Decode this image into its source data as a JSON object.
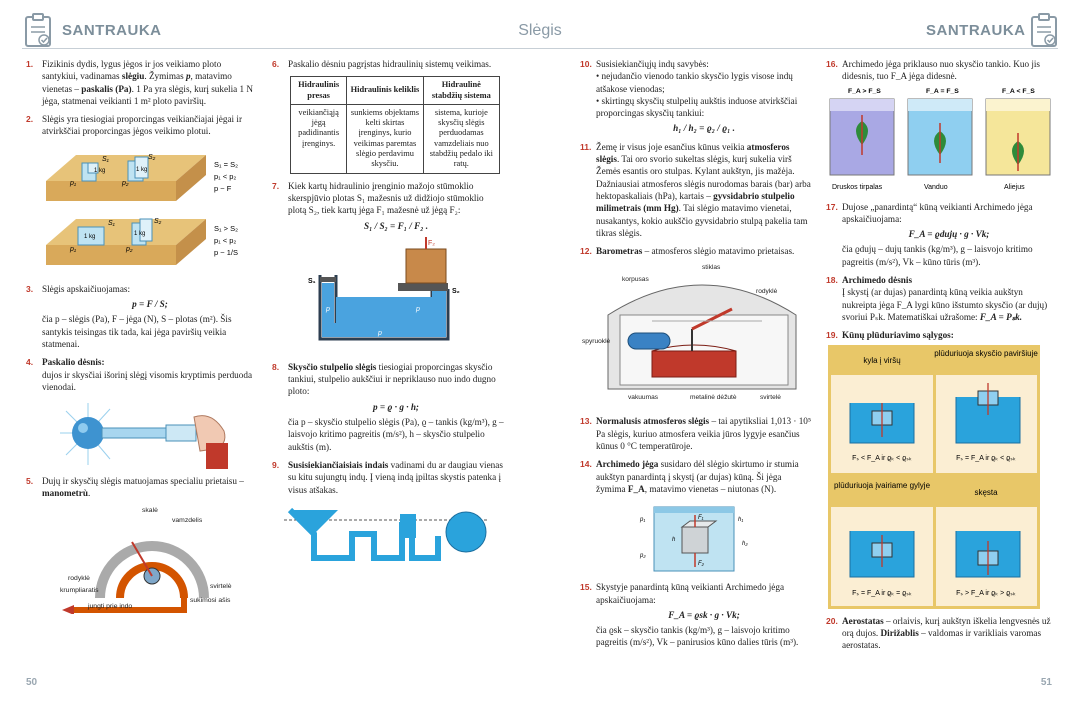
{
  "header": {
    "left": "SANTRAUKA",
    "center": "Slėgis",
    "right": "SANTRAUKA"
  },
  "page_left": "50",
  "page_right": "51",
  "c1": {
    "i1": {
      "n": "1.",
      "t1": "Fizikinis dydis, lygus jėgos ir jos veikiamo ploto santykiui, vadinamas ",
      "b1": "slėgiu",
      "t2": ". Žymimas ",
      "b2": "p",
      "t3": ", matavimo vienetas – ",
      "b3": "paskalis (Pa)",
      "t4": ". 1 Pa yra slėgis, kurį sukelia 1 N jėga, statmenai veikianti 1 m² ploto paviršių."
    },
    "i2": {
      "n": "2.",
      "t": "Slėgis yra tiesiogiai proporcingas veikiančiajai jėgai ir atvirkščiai proporcingas jėgos veikimo plotui.",
      "r1": [
        "S₁ = S₂",
        "p₁ < p₂",
        "p ~ F"
      ],
      "r2": [
        "S₁ > S₂",
        "p₁ < p₂",
        "p ~ 1/S"
      ],
      "kg": "1 kg",
      "p1": "p₁",
      "p2": "p₂",
      "s1": "S₁",
      "s2": "S₂"
    },
    "i3": {
      "n": "3.",
      "t": "Slėgis apskaičiuojamas:",
      "f": "p = F / S;",
      "d": "čia p – slėgis (Pa), F – jėga (N), S – plotas (m²). Šis santykis teisingas tik tada, kai jėga paviršių veikia statmenai."
    },
    "i4": {
      "n": "4.",
      "h": "Paskalio dėsnis:",
      "t": "dujos ir skysčiai išorinį slėgį visomis kryptimis perduoda vienodai."
    },
    "i5": {
      "n": "5.",
      "t": "Dujų ir skysčių slėgis matuojamas specialiu prietaisu – ",
      "b": "manometrù",
      "lbl": [
        "skalė",
        "vamzdelis",
        "rodyklė",
        "krumpliaratis",
        "svirtelė",
        "sukimosi ašis",
        "jungti prie indo"
      ]
    }
  },
  "c2": {
    "i6": {
      "n": "6.",
      "t": "Paskalio dėsniu pagrįstas hidraulinių sistemų veikimas.",
      "head": [
        "Hidraulinis presas",
        "Hidraulinis keliklis",
        "Hidraulinė stabdžių sistema"
      ],
      "row": [
        "veikiančiąją jėgą padidinantis įrenginys.",
        "sunkiems objektams kelti skirtas įrenginys, kurio veikimas paremtas slėgio perdavimu skysčiu.",
        "sistema, kurioje skysčių slėgis perduodamas vamzdeliais nuo stabdžių pedalo iki ratų."
      ]
    },
    "i7": {
      "n": "7.",
      "t": "Kiek kartų hidraulinio įrenginio mažojo stūmoklio skerspjūvio plotas S₁ mažesnis už didžiojo stūmoklio plotą S₂, tiek kartų jėga F₁ mažesnė už jėgą F₂:",
      "f": "S₁ / S₂ = F₁ / F₂ .",
      "lbl": [
        "F₂",
        "S₁",
        "S₂",
        "p",
        "p",
        "p"
      ]
    },
    "i8": {
      "n": "8.",
      "h": "Skysčio stulpelio slėgis",
      "t": " tiesiogiai proporcingas skysčio tankiui, stulpelio aukščiui ir nepriklauso nuo indo dugno ploto:",
      "f": "p = ϱ · g · h;",
      "d": "čia p – skysčio stulpelio slėgis (Pa), ϱ – tankis (kg/m³), g – laisvojo kritimo pagreitis (m/s²), h – skysčio stulpelio aukštis (m)."
    },
    "i9": {
      "n": "9.",
      "h": "Susisiekiančiaisiais indais",
      "t": " vadinami du ar daugiau vienas su kitu sujungtų indų. Į vieną indą įpiltas skystis patenka į visus atšakas."
    }
  },
  "c3": {
    "i10": {
      "n": "10.",
      "t": "Susisiekiančiųjų indų savybės:",
      "l1": "• nejudančio vienodo tankio skysčio lygis visose indų atšakose vienodas;",
      "l2": "• skirtingų skysčių stulpelių aukštis induose atvirkščiai proporcingas skysčių tankiui:",
      "f": "h₁ / h₂ = ϱ₂ / ϱ₁ ."
    },
    "i11": {
      "n": "11.",
      "t1": "Žemę ir visus joje esančius kūnus veikia ",
      "b1": "atmosferos slėgis",
      "t2": ". Tai oro svorio sukeltas slėgis, kurį sukelia virš Žemės esantis oro stulpas. Kylant aukštyn, jis mažėja. Dažniausiai atmosferos slėgis nurodomas barais (bar) arba hektopaskaliais (hPa), kartais – ",
      "b2": "gyvsidabrio stulpelio milimetrais (mm Hg)",
      "t3": ". Tai slėgio matavimo vienetai, nusakantys, kokio aukščio gyvsidabrio stulpą pakelia tam tikras slėgis."
    },
    "i12": {
      "n": "12.",
      "b": "Barometras",
      "t": " – atmosferos slėgio matavimo prietaisas.",
      "lbl": [
        "stiklas",
        "korpusas",
        "rodyklė",
        "spyruoklė",
        "vakuumas",
        "metalinė dėžutė",
        "svirtelė"
      ]
    },
    "i13": {
      "n": "13.",
      "b": "Normalusis atmosferos slėgis",
      "t": " – tai apytiksliai 1,013 · 10⁵ Pa slėgis, kuriuo atmosfera veikia jūros lygyje esančius kūnus 0 °C temperatūroje."
    },
    "i14": {
      "n": "14.",
      "b": "Archimedo jėga",
      "t": " susidaro dėl slėgio skirtumo ir stumia aukštyn panardintą į skystį (ar dujas) kūną. Ši jėga žymima ",
      "b2": "F_A",
      "t2": ", matavimo vienetas – niutonas (N).",
      "lbl": [
        "p₁",
        "p₂",
        "F₁",
        "F₂",
        "h₁",
        "h₂",
        "h"
      ]
    },
    "i15": {
      "n": "15.",
      "t": "Skystyje panardintą kūną veikianti Archimedo jėga apskaičiuojama:",
      "f": "F_A = ϱsk · g · Vk;",
      "d": "čia ϱsk – skysčio tankis (kg/m³), g – laisvojo kritimo pagreitis (m/s²), Vk – panirusios kūno dalies tūris (m³)."
    }
  },
  "c4": {
    "i16": {
      "n": "16.",
      "t": "Archimedo jėga priklauso nuo skysčio tankio. Kuo jis didesnis, tuo F_A jėga didesnė.",
      "cap": [
        "Druskos tirpalas",
        "Vanduo",
        "Aliejus"
      ],
      "top": [
        "F_A > F_S",
        "F_A = F_S",
        "F_A < F_S"
      ]
    },
    "i17": {
      "n": "17.",
      "t": "Dujose „panardintą“ kūną veikianti Archimedo jėga apskaičiuojama:",
      "f": "F_A = ϱdujų · g · Vk;",
      "d": "čia ϱdujų – dujų tankis (kg/m³), g – laisvojo kritimo pagreitis (m/s²), Vk – kūno tūris (m³)."
    },
    "i18": {
      "n": "18.",
      "h": "Archimedo dėsnis",
      "t": "Į skystį (ar dujas) panardintą kūną veikia aukštyn nukreipta jėga F_A lygi kūno išstumto skysčio (ar dujų) svoriui Pₛk. Matematiškai užrašome: ",
      "f": "F_A = Pₛk."
    },
    "i19": {
      "n": "19.",
      "h": "Kūnų plūduriavimo sąlygos:",
      "cells": [
        "kyla į viršų",
        "plūduriuoja skysčio paviršiuje",
        "plūduriuoja įvairiame gylyje",
        "skęsta"
      ],
      "conds": [
        "Fₛ < F_A ir ϱₖ < ϱₛₖ",
        "Fₛ = F_A ir ϱₖ < ϱₛₖ",
        "Fₛ = F_A ir ϱₖ = ϱₛₖ",
        "Fₛ > F_A ir ϱₖ > ϱₛₖ"
      ]
    },
    "i20": {
      "n": "20.",
      "b1": "Aerostatas",
      "t1": " – orlaivis, kurį aukštyn iškelia lengvesnės už orą dujos. ",
      "b2": "Dirižablis",
      "t2": " – valdomas ir varikliais varomas aerostatas."
    }
  }
}
